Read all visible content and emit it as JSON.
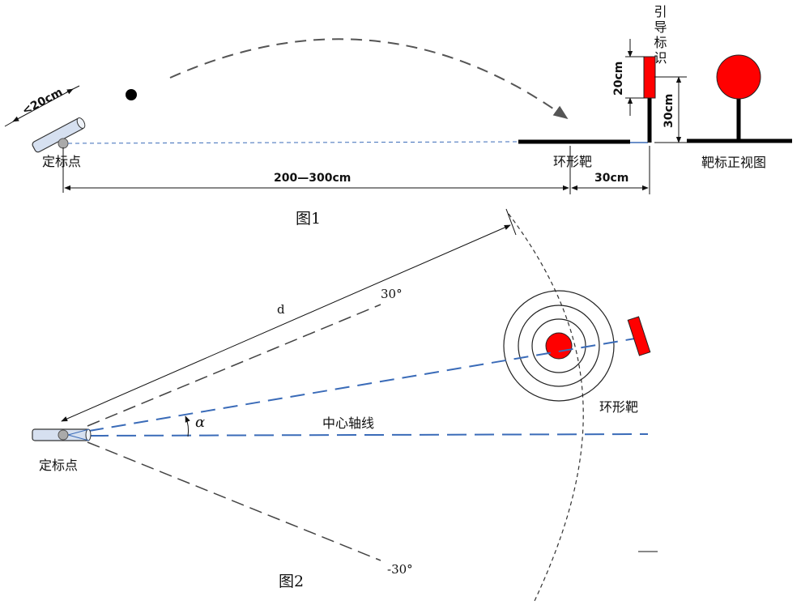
{
  "figure1": {
    "caption": "图1",
    "labels": {
      "calib_point": "定标点",
      "ring_target": "环形靶",
      "guide_mark": "引导标识",
      "front_view": "靶标正视图"
    },
    "dims": {
      "tube_length": "<20cm",
      "distance": "200—300cm",
      "offset": "30cm",
      "guide_height": "20cm",
      "pole_height": "30cm"
    }
  },
  "figure2": {
    "caption": "图2",
    "labels": {
      "calib_point": "定标点",
      "ring_target": "环形靶",
      "axis": "中心轴线",
      "distance": "d",
      "angle": "α",
      "angle_top": "30°",
      "angle_bottom": "-30°"
    }
  },
  "colors": {
    "red": "#ff0000",
    "blue_dash": "#3a6bb8",
    "dark": "#111111",
    "tube_fill": "#d6e0f0"
  }
}
